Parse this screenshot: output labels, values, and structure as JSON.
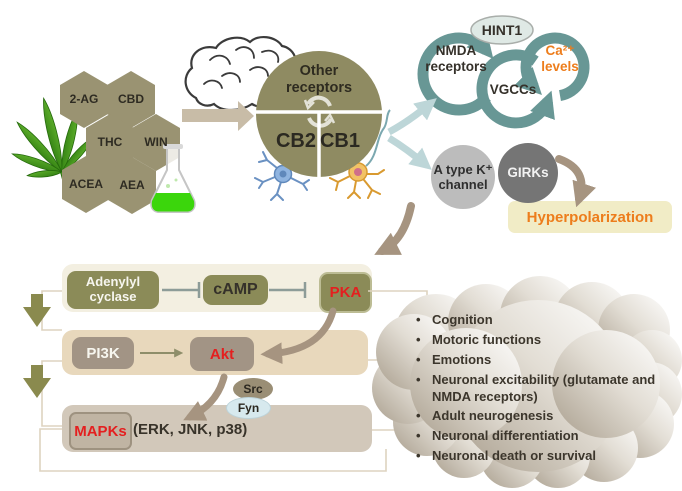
{
  "ligand_hexagons": {
    "items": [
      "2-AG",
      "CBD",
      "THC",
      "WIN",
      "ACEA",
      "AEA"
    ]
  },
  "receptor_hub": {
    "top_label": "Other receptors",
    "left_label": "CB2",
    "right_label": "CB1"
  },
  "calcium_pathway": {
    "hint1": "HINT1",
    "nmda": "NMDA receptors",
    "vgccs": "VGCCs",
    "ca_levels": "Ca²⁺ levels"
  },
  "potassium_pathway": {
    "a_type_channel": "A type K⁺ channel",
    "girks": "GIRKs",
    "hyperpolarization": "Hyperpolarization"
  },
  "signaling_cascade": {
    "adenylyl_cyclase": "Adenylyl cyclase",
    "camp": "cAMP",
    "pka": "PKA",
    "pi3k": "PI3K",
    "akt": "Akt",
    "src": "Src",
    "fyn": "Fyn",
    "mapks": "MAPKs",
    "mapk_members": "(ERK, JNK, p38)"
  },
  "outcomes": {
    "bullet": "•",
    "items": [
      "Cognition",
      "Motoric functions",
      "Emotions",
      "Neuronal excitability (glutamate and NMDA receptors)",
      "Adult neurogenesis",
      "Neuronal differentiation",
      "Neuronal death or survival"
    ]
  },
  "colors": {
    "olive": "#8f8b62",
    "hexagon": "#9a9372",
    "teal": "#5d908e",
    "orange": "#ed7d1c",
    "red": "#e41f1f",
    "tan_arrow": "#a69480",
    "pale_blue_arrow": "#bdd6d8",
    "cloud_dark": "#a89d8c",
    "hyperpolarization_bg": "#f1ecc6"
  }
}
